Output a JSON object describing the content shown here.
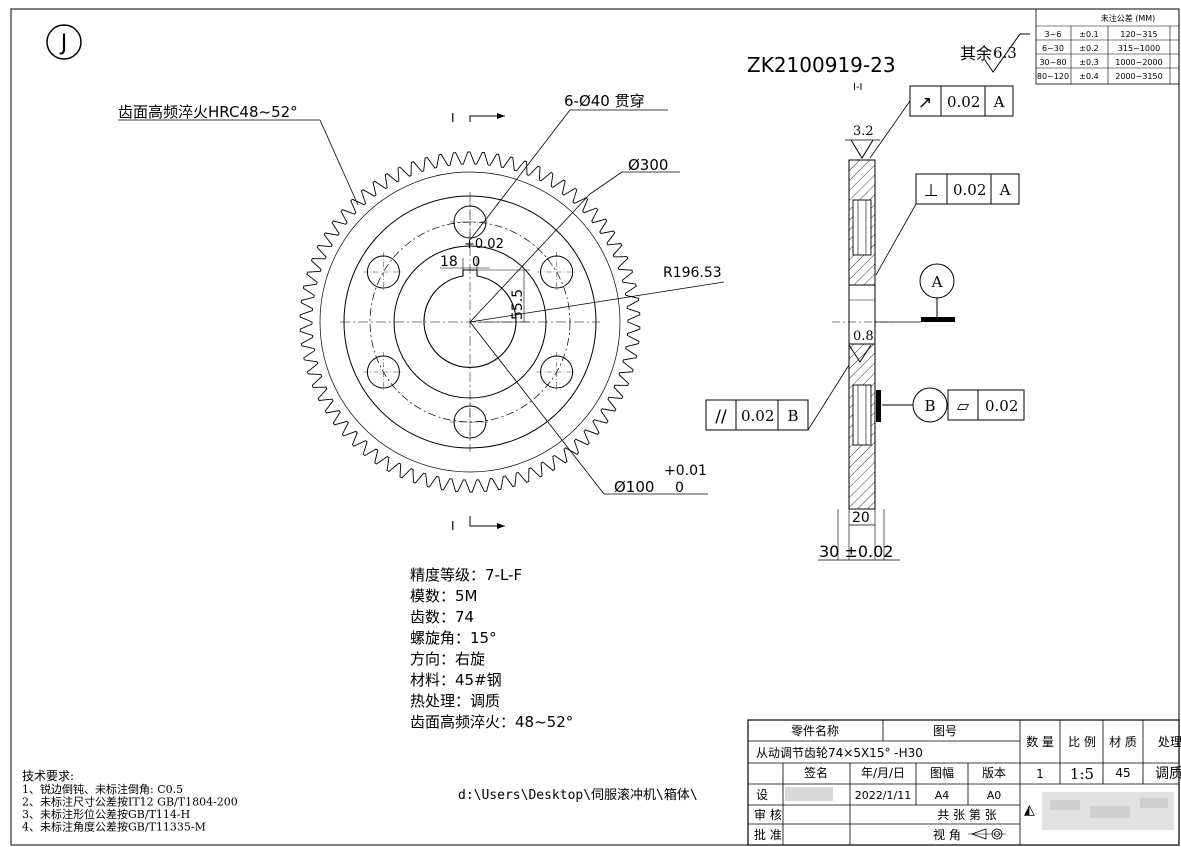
{
  "drawing": {
    "detail_marker": "J",
    "drawing_number": "ZK2100919-23",
    "section_mark": "I-I",
    "section_letter": "I",
    "roughness_rest_label": "其余",
    "roughness_rest_value": "6.3",
    "roughness_top": "3.2",
    "roughness_mid": "0.8"
  },
  "tolerance_table": {
    "title": "未注公差 (MM)",
    "rows": [
      [
        "3~6",
        "±0.1",
        "120~315"
      ],
      [
        "6~30",
        "±0.2",
        "315~1000"
      ],
      [
        "30~80",
        "±0.3",
        "1000~2000"
      ],
      [
        "80~120",
        "±0.4",
        "2000~3150"
      ]
    ]
  },
  "front_view": {
    "tooth_callout": "齿面高频淬火HRC48~52°",
    "holes_callout": "6-Ø40 贯穿",
    "pitch_circle": "Ø300",
    "outer_radius": "R196.53",
    "key_width": "18",
    "key_width_tol_upper": "+0.02",
    "key_width_tol_lower": "0",
    "key_depth": "55.5",
    "bore": "Ø100",
    "bore_tol_upper": "+0.01",
    "bore_tol_lower": "0"
  },
  "gdt": {
    "runout": {
      "symbol": "↗",
      "value": "0.02",
      "datum": "A"
    },
    "perpendicularity": {
      "symbol": "⊥",
      "value": "0.02",
      "datum": "A"
    },
    "parallelism": {
      "symbol": "//",
      "value": "0.02",
      "datum": "B"
    },
    "flatness": {
      "symbol": "▱",
      "value": "0.02"
    },
    "datum_a": "A",
    "datum_b": "B"
  },
  "side_view": {
    "hub_width": "20",
    "total_width": "30 ±0.02"
  },
  "specs": [
    "精度等级：7-L-F",
    "模数：5M",
    "齿数：74",
    "螺旋角：15°",
    "方向：右旋",
    "材料：45#钢",
    "热处理：调质",
    "齿面高频淬火：48~52°"
  ],
  "tech_requirements": {
    "title": "技术要求:",
    "items": [
      "1、锐边倒钝、未标注倒角: C0.5",
      "2、未标注尺寸公差按IT12  GB/T1804-200",
      "3、未标注形位公差按GB/T114-H",
      "4、未标注角度公差按GB/T11335-M"
    ]
  },
  "file_path": "d:\\Users\\Desktop\\伺服滚冲机\\箱体\\",
  "title_block": {
    "part_name_label": "零件名称",
    "drawing_no_label": "图号",
    "part_name": "从动调节齿轮74×5X15° -H30",
    "qty_label": "数 量",
    "scale_label": "比 例",
    "material_label": "材 质",
    "treatment_label": "处理",
    "sign_label": "签名",
    "date_label": "年/月/日",
    "sheet_size_label": "图幅",
    "version_label": "版本",
    "qty": "1",
    "scale": "1:5",
    "material": "45",
    "treatment": "调质",
    "design_label": "设",
    "date": "2022/1/11",
    "sheet_size": "A4",
    "version": "A0",
    "review_label": "审 核",
    "sheets_label": "共 张 第 张",
    "approve_label": "批 准",
    "view_label": "视 角"
  }
}
